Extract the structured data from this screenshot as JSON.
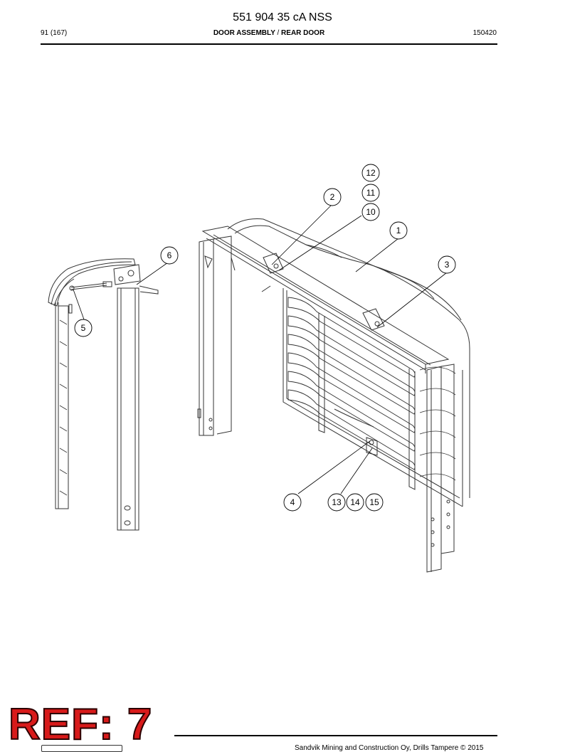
{
  "header": {
    "doc_number": "551 904 35 cA NSS",
    "page_ref": "91 (167)",
    "section_primary": "DOOR ASSEMBLY",
    "section_separator": "/",
    "section_secondary": "REAR DOOR",
    "date_code": "150420"
  },
  "callouts": {
    "c1": "1",
    "c2": "2",
    "c3": "3",
    "c4": "4",
    "c5": "5",
    "c6": "6",
    "c10": "10",
    "c11": "11",
    "c12": "12",
    "c13": "13",
    "c14": "14",
    "c15": "15"
  },
  "stamp": {
    "text": "REF: 7",
    "color": "#d81a1a"
  },
  "footer": {
    "copyright": "Sandvik Mining and Construction Oy, Drills Tampere © 2015"
  },
  "colors": {
    "line": "#000000",
    "drawing": "#333333",
    "background": "#ffffff"
  }
}
